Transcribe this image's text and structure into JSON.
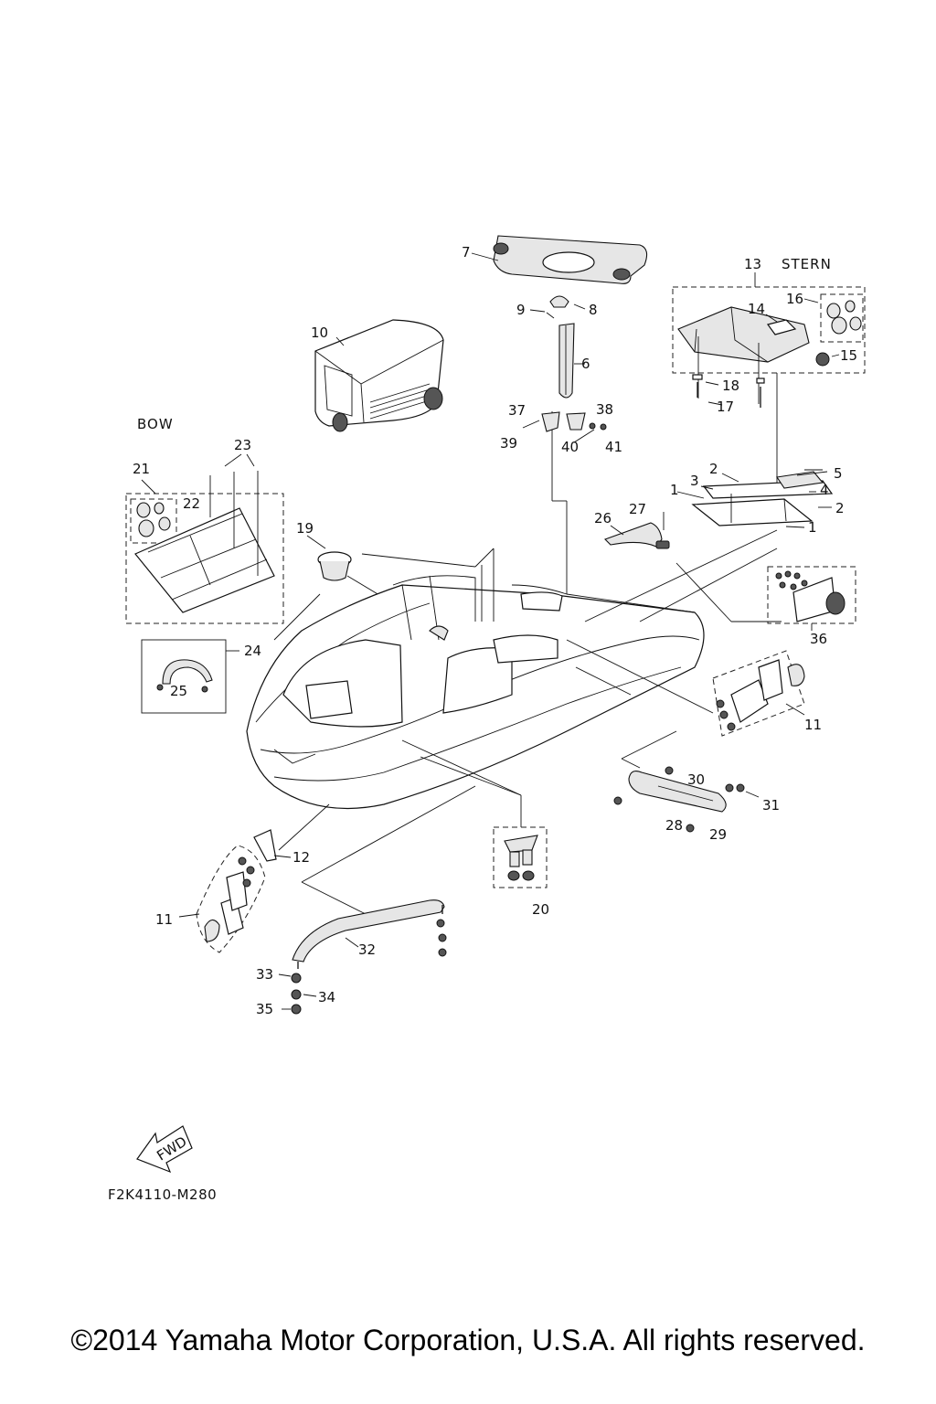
{
  "labels": {
    "bow": "BOW",
    "stern": "STERN",
    "fwd": "FWD",
    "callouts": [
      "1",
      "2",
      "3",
      "4",
      "5",
      "6",
      "7",
      "8",
      "9",
      "10",
      "11",
      "12",
      "13",
      "14",
      "15",
      "16",
      "17",
      "18",
      "19",
      "20",
      "21",
      "22",
      "23",
      "24",
      "25",
      "26",
      "27",
      "28",
      "29",
      "30",
      "31",
      "32",
      "33",
      "34",
      "35",
      "36",
      "37",
      "38",
      "39",
      "40",
      "41"
    ]
  },
  "diagram_code": "F2K4110-M280",
  "copyright": "©2014 Yamaha Motor Corporation, U.S.A. All rights reserved."
}
